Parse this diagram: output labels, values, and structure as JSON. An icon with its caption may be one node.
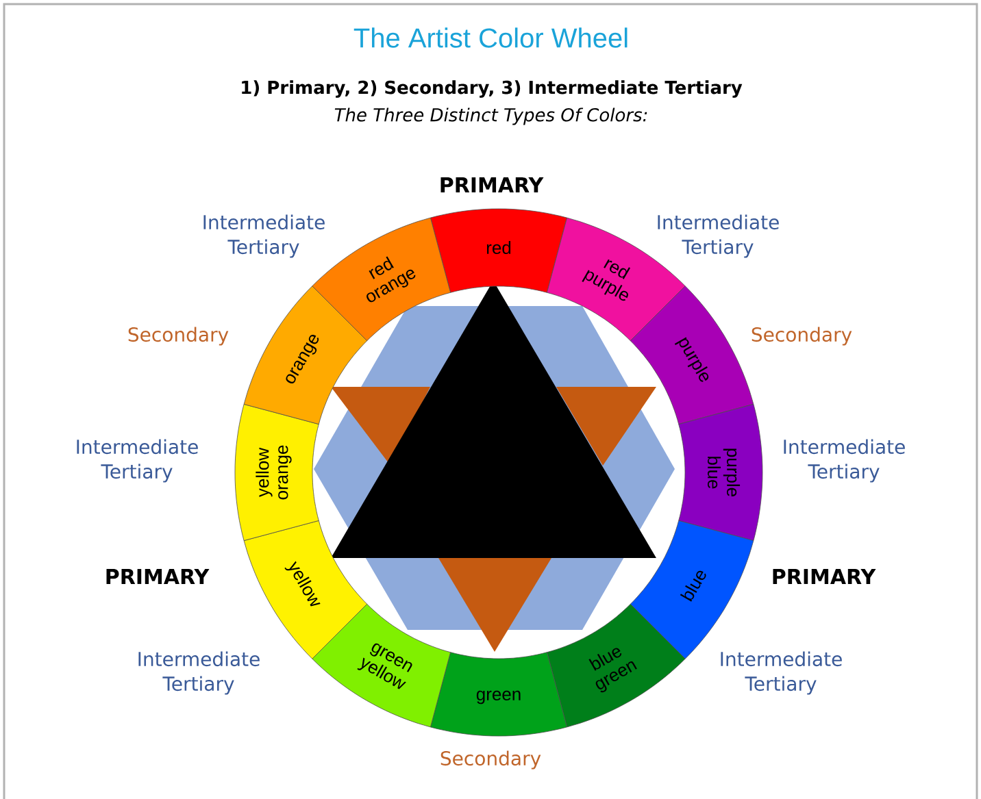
{
  "diagram": {
    "title": "The Artist Color Wheel",
    "nodes": [
      {
        "text": [
          "red"
        ]
      },
      {
        "text": [
          "red purple"
        ]
      },
      {
        "text": [
          "purple"
        ]
      },
      {
        "text": [
          "purple blue"
        ]
      },
      {
        "text": [
          "blue"
        ]
      },
      {
        "text": [
          "blue green"
        ]
      },
      {
        "text": [
          "green"
        ]
      },
      {
        "text": [
          "green yellow"
        ]
      },
      {
        "text": [
          "yellow"
        ]
      },
      {
        "text": [
          "yellow orange"
        ]
      },
      {
        "text": [
          "orange"
        ]
      },
      {
        "text": [
          "red orange"
        ]
      }
    ],
    "labels": [
      "1) Primary,  2) Secondary,  3) Intermediate Tertiary",
      "The Three Distinct Types Of Colors:",
      "PRIMARY",
      "Intermediate Tertiary",
      "Intermediate Tertiary",
      "Secondary",
      "Secondary",
      "Intermediate Tertiary",
      "Intermediate Tertiary",
      "PRIMARY",
      "PRIMARY",
      "Intermediate Tertiary",
      "Intermediate Tertiary",
      "Secondary"
    ]
  }
}
